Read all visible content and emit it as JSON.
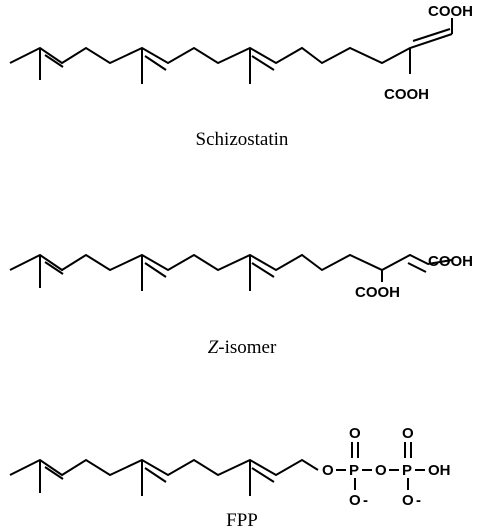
{
  "molecules": [
    {
      "caption": "Schizostatin",
      "groups": {
        "top": "COOH",
        "bottom": "COOH"
      }
    },
    {
      "caption_prefix": "Z",
      "caption_suffix": "-isomer",
      "groups": {
        "right": "COOH",
        "bottom": "COOH"
      }
    },
    {
      "caption": "FPP",
      "groups": {
        "o1": "O",
        "p1": "P",
        "o_bridge": "O",
        "p2": "P",
        "oh": "OH",
        "p1_top_o": "O",
        "p2_top_o": "O",
        "p1_bottom_o": "O",
        "p2_bottom_o": "O",
        "p1_charge": "-",
        "p2_charge": "-"
      }
    }
  ]
}
